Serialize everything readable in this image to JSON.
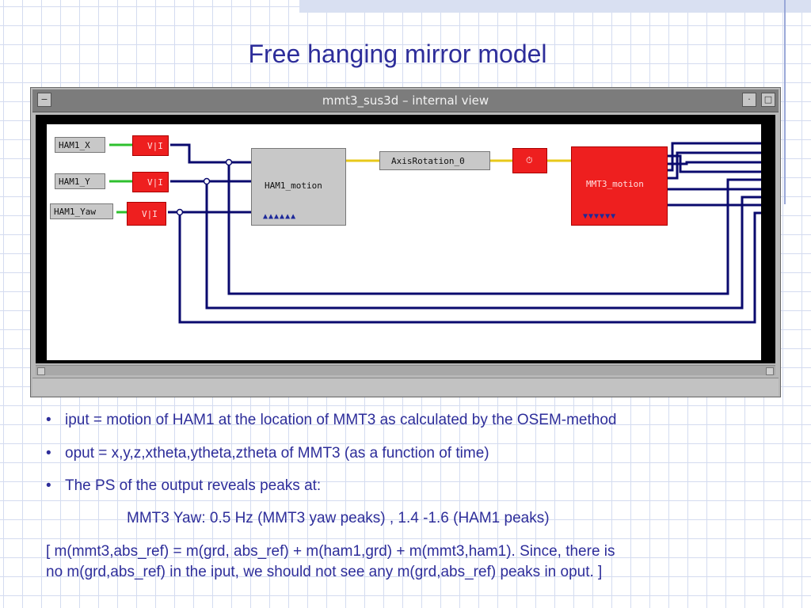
{
  "slide": {
    "title": "Free hanging mirror model"
  },
  "window": {
    "title": "mmt3_sus3d – internal view",
    "left_button": "−",
    "right_buttons": [
      "·",
      "□"
    ]
  },
  "diagram": {
    "inputs": [
      "HAM1_X",
      "HAM1_Y",
      "HAM1_Yaw"
    ],
    "gain_label": "V|I",
    "ham1_block": "HAM1_motion",
    "axis_block": "AxisRotation_0",
    "mmt3_block": "MMT3_motion",
    "colors": {
      "wire": "#0a0a6e",
      "input_wire": "#2ec02e",
      "signal_wire": "#e8c81a",
      "red_block": "#ee1f1f",
      "grey_block": "#c8c8c8"
    }
  },
  "bullets": [
    "iput = motion of HAM1 at the location of MMT3 as calculated by the OSEM-method",
    "oput = x,y,z,xtheta,ytheta,ztheta of MMT3 (as a function of time)",
    "The PS of the output reveals peaks at:"
  ],
  "indented_line": "MMT3 Yaw:  0.5 Hz (MMT3 yaw peaks) , 1.4 -1.6 (HAM1 peaks)",
  "paragraph": {
    "line1": "[ m(mmt3,abs_ref) = m(grd, abs_ref) + m(ham1,grd) + m(mmt3,ham1). Since, there is",
    "line2": "no m(grd,abs_ref) in the iput, we should not see any m(grd,abs_ref) peaks in oput. ]"
  }
}
